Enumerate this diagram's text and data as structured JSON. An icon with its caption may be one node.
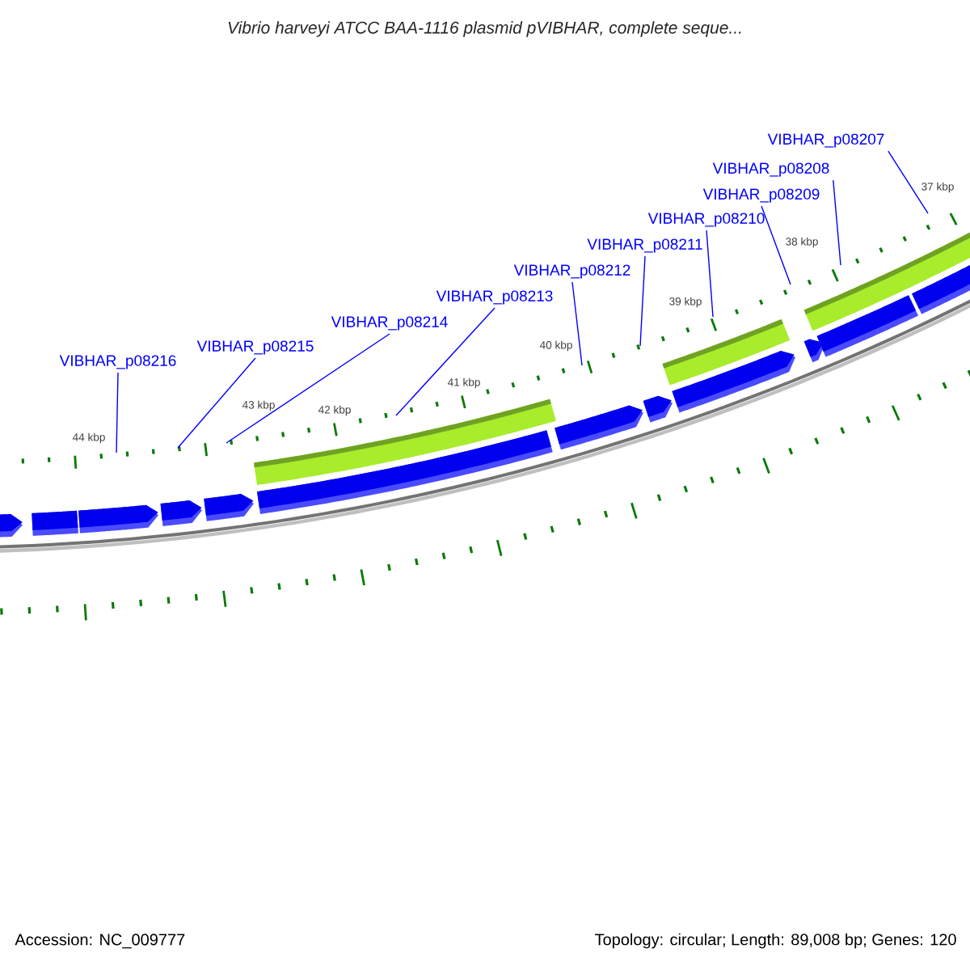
{
  "diagram": {
    "title": "Vibrio harveyi ATCC BAA-1116 plasmid pVIBHAR, complete seque...",
    "nodes": [
      {
        "text": [
          "VIBHAR_p08216"
        ]
      },
      {
        "text": [
          "VIBHAR_p08215"
        ]
      },
      {
        "text": [
          "VIBHAR_p08214"
        ]
      },
      {
        "text": [
          "VIBHAR_p08213"
        ]
      },
      {
        "text": [
          "VIBHAR_p08212"
        ]
      },
      {
        "text": [
          "VIBHAR_p08211"
        ]
      },
      {
        "text": [
          "VIBHAR_p08210"
        ]
      },
      {
        "text": [
          "VIBHAR_p08209"
        ]
      },
      {
        "text": [
          "VIBHAR_p08208"
        ]
      },
      {
        "text": [
          "VIBHAR_p08207"
        ]
      }
    ],
    "edges": [
      {
        "from": 0,
        "to": null,
        "arrow": "none"
      },
      {
        "from": 1,
        "to": null,
        "arrow": "none"
      },
      {
        "from": 2,
        "to": null,
        "arrow": "none"
      },
      {
        "from": 3,
        "to": null,
        "arrow": "none"
      },
      {
        "from": 4,
        "to": null,
        "arrow": "none"
      },
      {
        "from": 5,
        "to": null,
        "arrow": "none"
      },
      {
        "from": 6,
        "to": null,
        "arrow": "none"
      },
      {
        "from": 7,
        "to": null,
        "arrow": "none"
      },
      {
        "from": 8,
        "to": null,
        "arrow": "none"
      },
      {
        "from": 9,
        "to": null,
        "arrow": "none"
      }
    ],
    "labels": [
      "44 kbp",
      "43 kbp",
      "42 kbp",
      "41 kbp",
      "40 kbp",
      "39 kbp",
      "38 kbp",
      "37 kbp",
      "Accession: NC_009777",
      "Topology: circular; Length: 89,008 bp; Genes: 120"
    ]
  }
}
